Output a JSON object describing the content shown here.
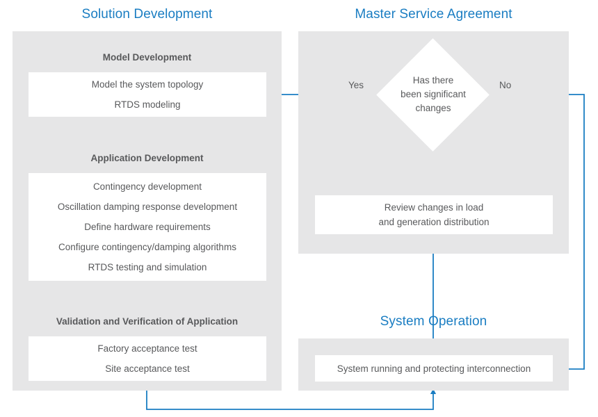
{
  "diagram": {
    "type": "flowchart",
    "accent_color": "#1a7dc2",
    "panel_color": "#e6e6e7",
    "card_color": "#ffffff",
    "text_color": "#58595b",
    "connector_color": "#1a7dc2"
  },
  "sections": {
    "solution_development": {
      "title": "Solution Development",
      "groups": [
        {
          "heading": "Model Development",
          "items": [
            "Model the system topology",
            "RTDS modeling"
          ]
        },
        {
          "heading": "Application Development",
          "items": [
            "Contingency development",
            "Oscillation damping response development",
            "Define hardware requirements",
            "Configure contingency/damping algorithms",
            "RTDS testing and simulation"
          ]
        },
        {
          "heading": "Validation and Verification of Application",
          "items": [
            "Factory acceptance test",
            "Site acceptance test"
          ]
        }
      ]
    },
    "master_service_agreement": {
      "title": "Master Service Agreement",
      "decision": {
        "line1": "Has there",
        "line2": "been significant",
        "line3": "changes",
        "yes_label": "Yes",
        "no_label": "No"
      },
      "process": {
        "line1": "Review changes in load",
        "line2": "and generation distribution"
      }
    },
    "system_operation": {
      "title": "System Operation",
      "process": {
        "line1": "System running and protecting interconnection"
      }
    }
  }
}
